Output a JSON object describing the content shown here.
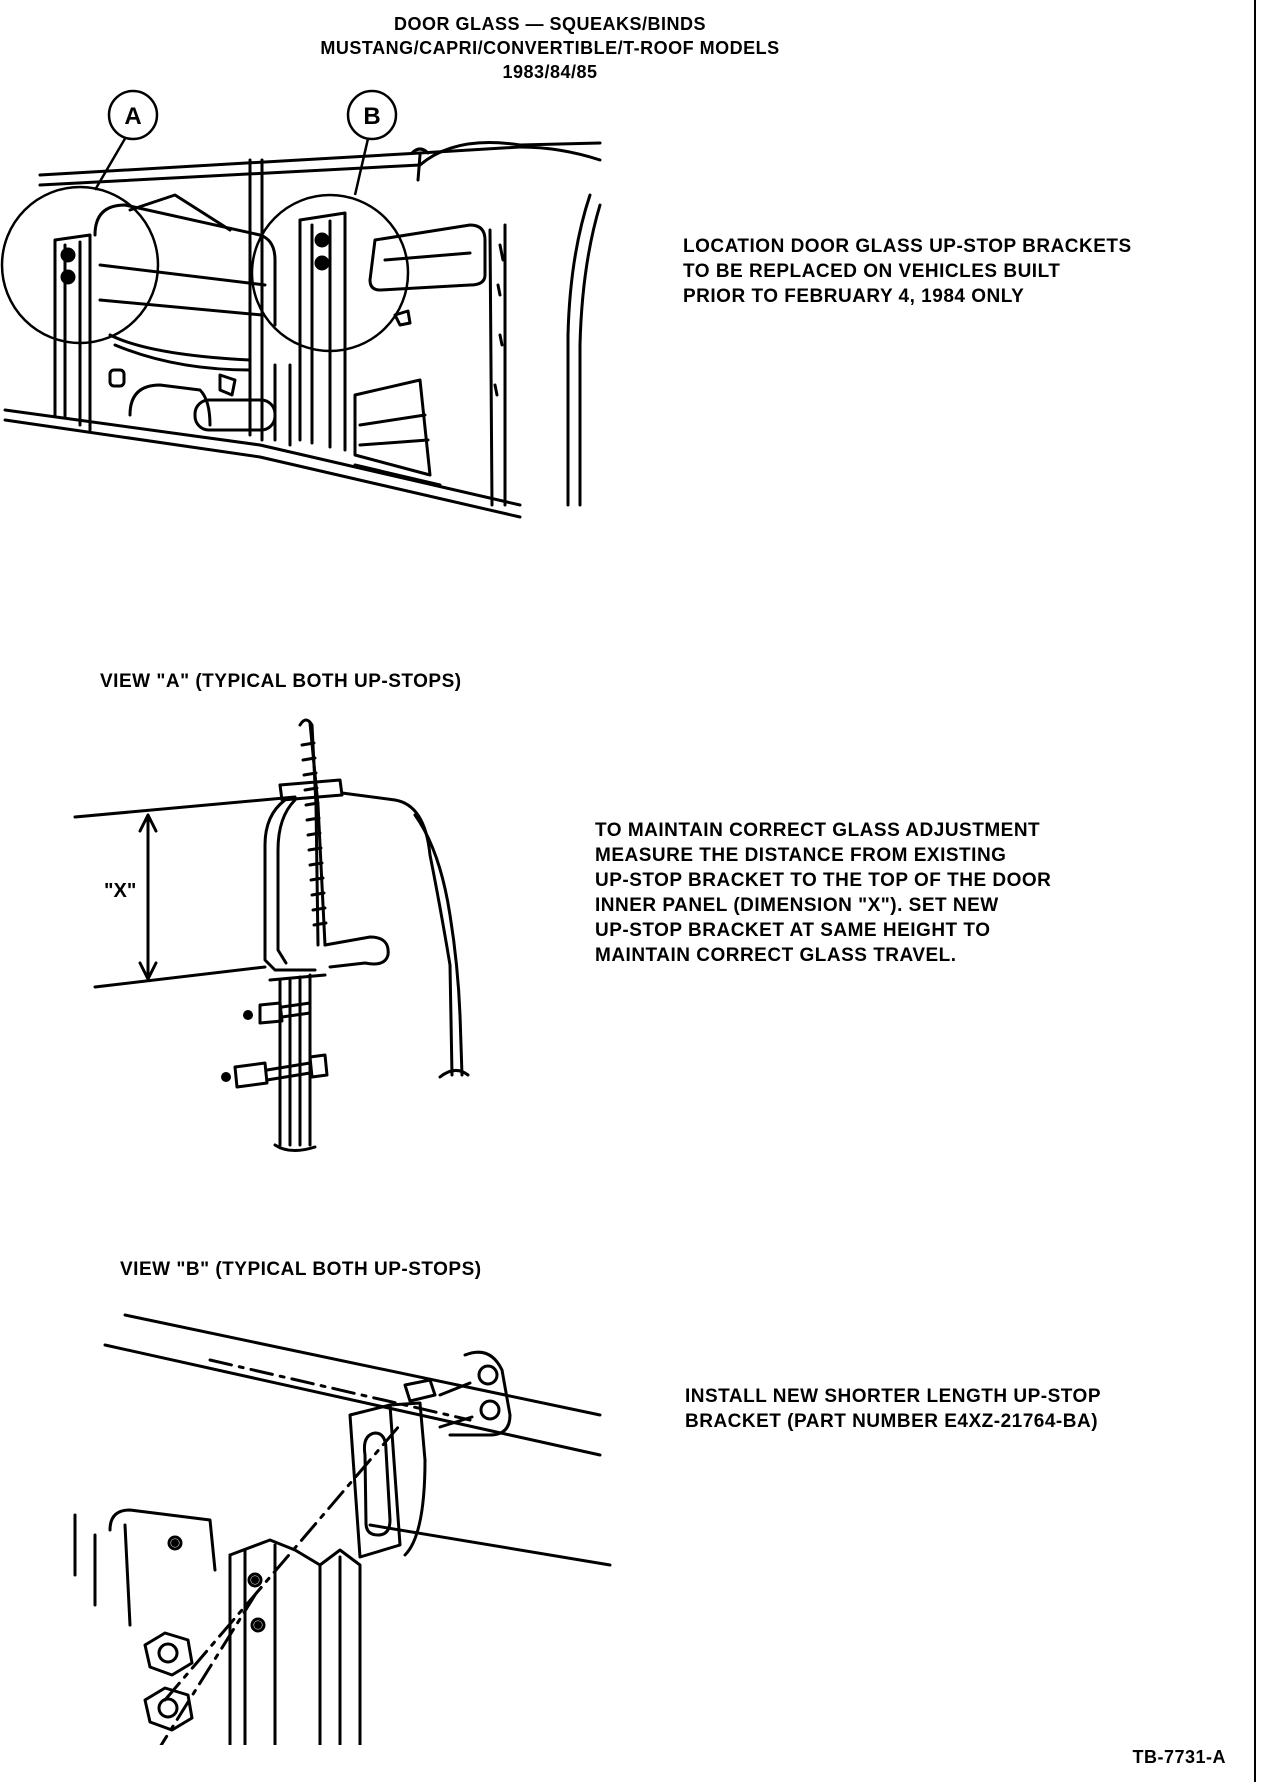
{
  "header": {
    "line1": "DOOR GLASS — SQUEAKS/BINDS",
    "line2": "MUSTANG/CAPRI/CONVERTIBLE/T-ROOF MODELS",
    "line3": "1983/84/85"
  },
  "section1": {
    "callouts": [
      "A",
      "B"
    ],
    "note_lines": [
      "LOCATION DOOR GLASS UP-STOP BRACKETS",
      "TO BE REPLACED ON VEHICLES BUILT",
      "PRIOR TO FEBRUARY 4, 1984 ONLY"
    ]
  },
  "section2": {
    "label": "VIEW \"A\" (TYPICAL BOTH UP-STOPS)",
    "dimension_label": "\"X\"",
    "note_lines": [
      "TO MAINTAIN CORRECT GLASS ADJUSTMENT",
      "MEASURE THE DISTANCE FROM EXISTING",
      "UP-STOP BRACKET TO THE TOP OF THE DOOR",
      "INNER PANEL (DIMENSION \"X\"). SET NEW",
      "UP-STOP BRACKET AT SAME HEIGHT TO",
      "MAINTAIN CORRECT GLASS TRAVEL."
    ]
  },
  "section3": {
    "label": "VIEW \"B\" (TYPICAL BOTH UP-STOPS)",
    "note_lines": [
      "INSTALL NEW SHORTER LENGTH UP-STOP",
      "BRACKET (PART NUMBER E4XZ-21764-BA)"
    ]
  },
  "footer": {
    "doc_number": "TB-7731-A"
  }
}
